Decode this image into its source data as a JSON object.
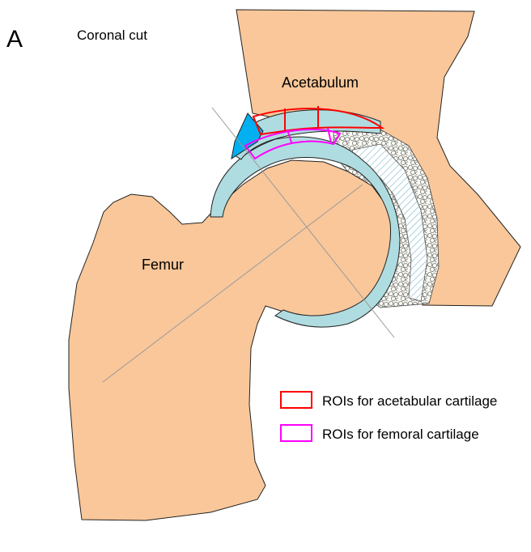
{
  "panel_letter": "A",
  "view_label": "Coronal cut",
  "structures": {
    "acetabulum": "Acetabulum",
    "femur": "Femur"
  },
  "legend": [
    {
      "label": "ROIs for acetabular cartilage",
      "color": "#ff0000"
    },
    {
      "label": "ROIs for femoral cartilage",
      "color": "#ff00ff"
    }
  ],
  "colors": {
    "bone": "#f9c79a",
    "cartilage": "#afdce0",
    "fat_pad": "#00b0f0",
    "acetabular_roi": "#ff0000",
    "femoral_roi": "#ff00ff"
  }
}
